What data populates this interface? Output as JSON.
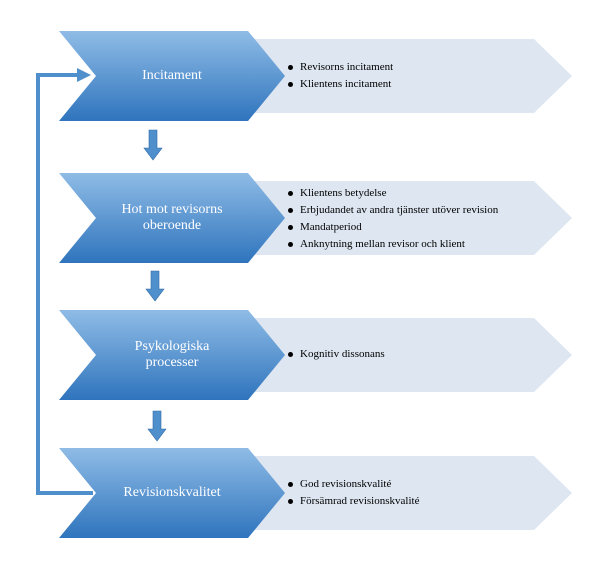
{
  "colors": {
    "stage_fill_light": "#8fbce6",
    "stage_fill_dark": "#2f74bd",
    "detail_fill": "#dde6f1",
    "arrow": "#4f8fcc"
  },
  "stages": [
    {
      "label": "Incitament",
      "items": [
        "Revisorns incitament",
        "Klientens incitament"
      ]
    },
    {
      "label": "Hot mot revisorns\noberoende",
      "items": [
        "Klientens betydelse",
        "Erbjudandet av andra tjänster utöver revision",
        "Mandatperiod",
        "Anknytning mellan revisor och klient"
      ]
    },
    {
      "label": "Psykologiska\nprocesser",
      "items": [
        "Kognitiv dissonans"
      ]
    },
    {
      "label": "Revisionskvalitet",
      "items": [
        "God revisionskvalité",
        "Försämrad revisionskvalité"
      ]
    }
  ]
}
